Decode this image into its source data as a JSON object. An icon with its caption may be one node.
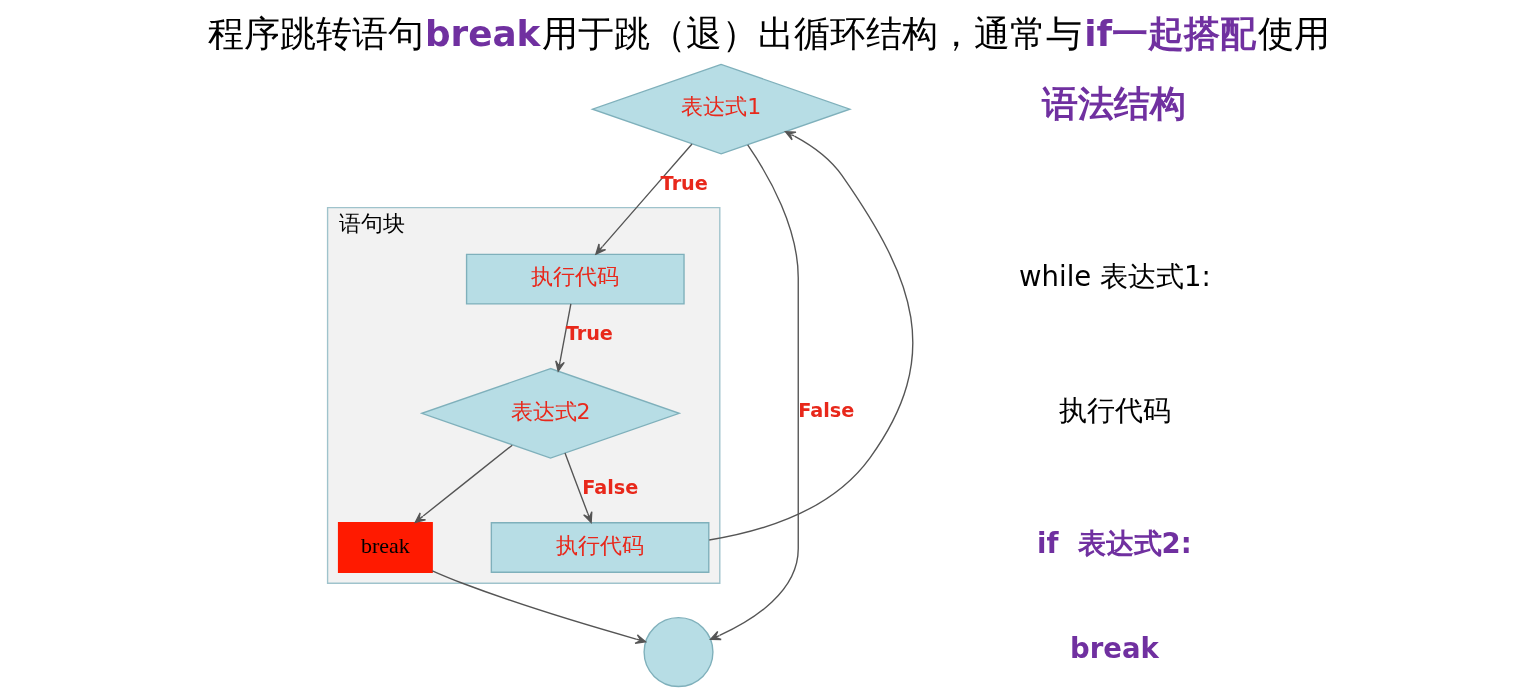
{
  "diagram": {
    "title": "程序跳转语句**break**用于跳（退）出循环结构，通常与**if一起搭配**使用",
    "nodes": [
      {
        "text": [
          "表达式1"
        ]
      },
      {
        "text": [
          "语句块"
        ]
      },
      {
        "text": [
          "执行代码"
        ],
        "in": 1
      },
      {
        "text": [
          "表达式2"
        ],
        "in": 1
      },
      {
        "text": [
          "break"
        ],
        "in": 1
      },
      {
        "text": [
          "执行代码"
        ],
        "in": 1
      },
      {
        "text": [],
        "shape": "circle"
      }
    ],
    "edges": [
      {
        "from": 5,
        "to": 0,
        "arrow": "to"
      },
      {
        "from": 0,
        "to": 2,
        "arrow": "to",
        "label": "True"
      },
      {
        "from": 2,
        "to": 3,
        "arrow": "to",
        "label": "True"
      },
      {
        "from": 3,
        "to": 4,
        "arrow": "to"
      },
      {
        "from": 3,
        "to": 5,
        "arrow": "to",
        "label": "False"
      },
      {
        "from": 0,
        "to": 6,
        "arrow": "to",
        "label": "False"
      },
      {
        "from": 4,
        "to": 6,
        "arrow": "to"
      }
    ],
    "labels": [
      "语法结构",
      "while 表达式1:",
      "执行代码",
      "if  表达式2:",
      "break"
    ]
  }
}
